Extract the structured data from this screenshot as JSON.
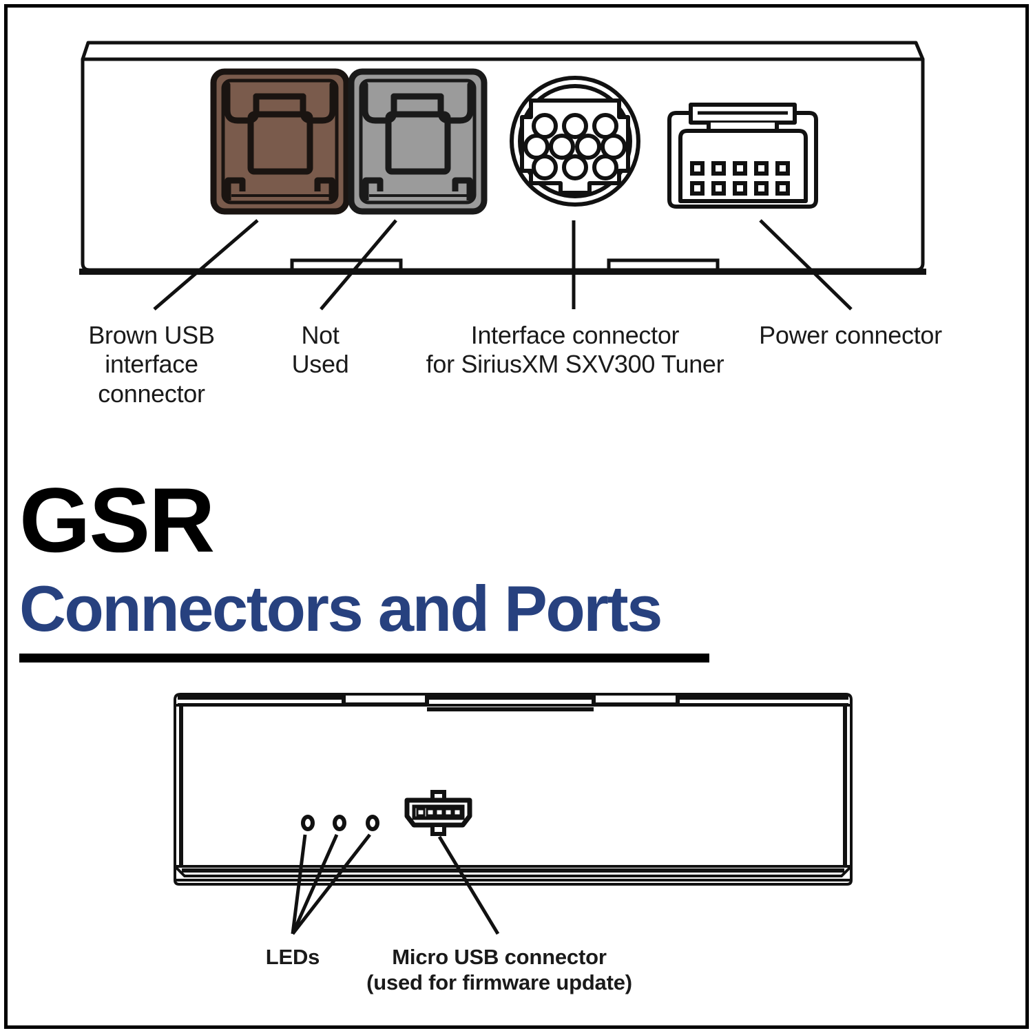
{
  "page": {
    "background": "#ffffff",
    "border_color": "#000000"
  },
  "title": {
    "main": "GSR",
    "subtitle": "Connectors and Ports",
    "main_color": "#000000",
    "subtitle_color": "#27417f",
    "rule_color": "#000000"
  },
  "top_diagram": {
    "view_name": "rear-panel-view",
    "connectors": [
      {
        "id": "brown-usb",
        "label": "Brown USB\ninterface\nconnector",
        "type": "usb-a-port",
        "color": "#7a5b4c"
      },
      {
        "id": "not-used",
        "label": "Not\nUsed",
        "type": "usb-a-port",
        "color": "#9b9b9b"
      },
      {
        "id": "interface-din",
        "label": "Interface connector\nfor SiriusXM SXV300 Tuner",
        "type": "mini-din-10pin",
        "pins": 10,
        "color": "#ffffff"
      },
      {
        "id": "power",
        "label": "Power connector",
        "type": "molex-10pin",
        "pins": 10,
        "color": "#ffffff"
      }
    ]
  },
  "bottom_diagram": {
    "view_name": "front-panel-view",
    "connectors": [
      {
        "id": "leds",
        "label": "LEDs",
        "type": "led-indicators",
        "count": 3
      },
      {
        "id": "micro-usb",
        "label": "Micro USB connector\n(used for firmware update)",
        "type": "micro-usb-port",
        "pins": 5
      }
    ]
  }
}
